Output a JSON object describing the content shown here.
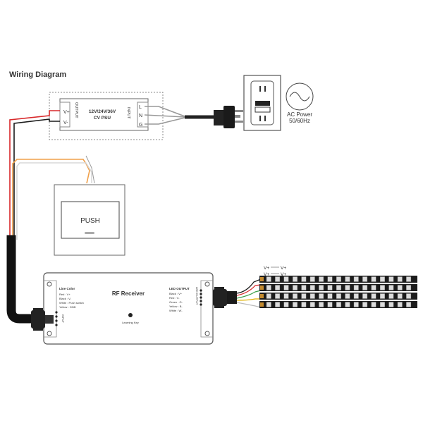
{
  "title": "Wiring Diagram",
  "psu": {
    "model_line1": "12V/24V/36V",
    "model_line2": "CV PSU",
    "output_label": "OUTPUT",
    "input_label": "INPUT",
    "v_plus": "V+",
    "v_minus": "V-",
    "l": "L",
    "n": "N",
    "g": "G"
  },
  "ac_power": {
    "label_line1": "AC Power",
    "label_line2": "50/60Hz"
  },
  "push_switch": {
    "label": "PUSH"
  },
  "receiver": {
    "title": "RF Receiver",
    "learning_key": "Learning Key",
    "line_color_header": "Line  Color",
    "line_color_rows": [
      "Red : V+",
      "Black : V-",
      "White : Push switch",
      "Yellow : GND"
    ],
    "led_output_header": "LED OUTPUT",
    "led_output_rows": [
      "Black : V+",
      "Red : V-",
      "Green : G-",
      "Yellow : B-",
      "White : W-"
    ],
    "led_output_side": "LED OUTPUT",
    "input_side": "INPUT"
  },
  "strip_labels": {
    "row1": [
      "V+",
      "V+"
    ],
    "row2": [
      "V+",
      "V+"
    ]
  },
  "colors": {
    "red_wire": "#d8282a",
    "black_wire": "#1a1a1a",
    "orange_wire": "#f0a04a",
    "white_wire": "#e6e6e6",
    "cable": "#111111",
    "outline": "#666666"
  }
}
